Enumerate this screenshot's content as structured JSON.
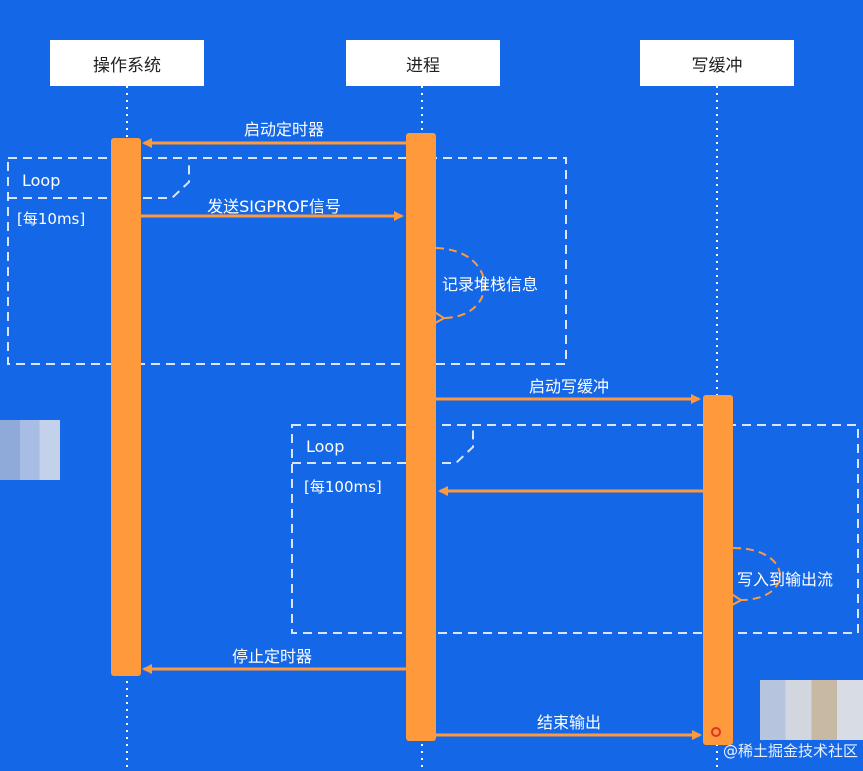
{
  "participants": [
    "操作系统",
    "进程",
    "写缓冲"
  ],
  "messages": {
    "start_timer": "启动定时器",
    "send_signal": "发送SIGPROF信号",
    "record_stack": "记录堆栈信息",
    "start_buffer": "启动写缓冲",
    "write_stream": "写入到输出流",
    "stop_timer": "停止定时器",
    "end_output": "结束输出"
  },
  "loops": [
    {
      "label": "Loop",
      "guard": "[每10ms]"
    },
    {
      "label": "Loop",
      "guard": "[每100ms]"
    }
  ],
  "watermark": "@稀土掘金技术社区",
  "colors": {
    "background": "#1467e6",
    "activation": "#ff9a3c",
    "arrow": "#ff9a3c",
    "lifeline": "#ffffff",
    "frame": "#d9e6ff"
  }
}
